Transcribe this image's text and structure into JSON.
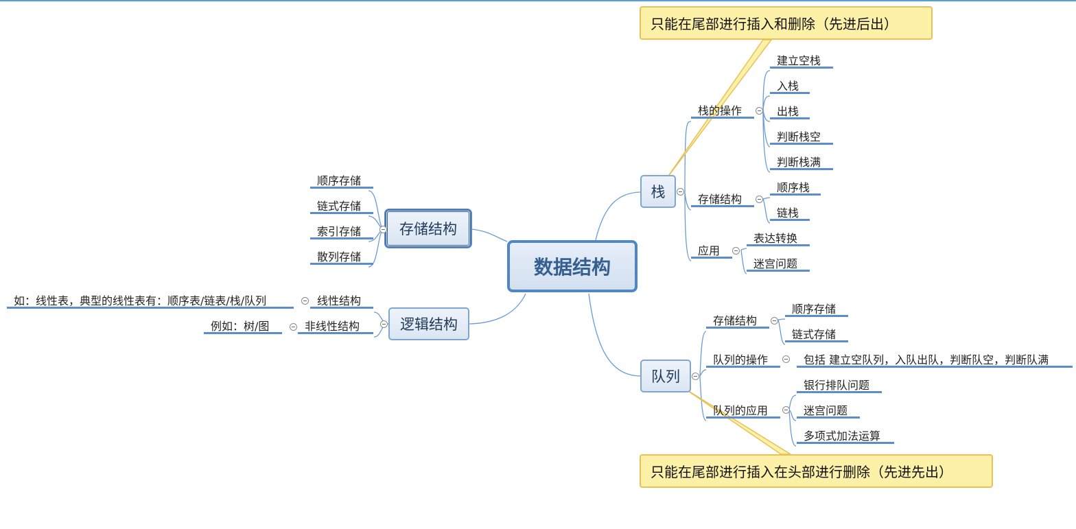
{
  "root": {
    "label": "数据结构"
  },
  "storage": {
    "label": "存储结构",
    "children": [
      "顺序存储",
      "链式存储",
      "索引存储",
      "散列存储"
    ]
  },
  "logic": {
    "label": "逻辑结构",
    "linear": {
      "label": "线性结构",
      "note": "如：线性表，典型的线性表有：顺序表/链表/栈/队列"
    },
    "nonlinear": {
      "label": "非线性结构",
      "note": "例如：树/图"
    }
  },
  "stack": {
    "label": "栈",
    "callout": "只能在尾部进行插入和删除（先进后出）",
    "ops": {
      "label": "栈的操作",
      "children": [
        "建立空栈",
        "入栈",
        "出栈",
        "判断栈空",
        "判断栈满"
      ]
    },
    "storage": {
      "label": "存储结构",
      "children": [
        "顺序栈",
        "链栈"
      ]
    },
    "apps": {
      "label": "应用",
      "children": [
        "表达转换",
        "迷宫问题"
      ]
    }
  },
  "queue": {
    "label": "队列",
    "callout": "只能在尾部进行插入在头部进行删除（先进先出）",
    "storage": {
      "label": "存储结构",
      "children": [
        "顺序存储",
        "链式存储"
      ]
    },
    "ops": {
      "label": "队列的操作",
      "detail": "包括 建立空队列，入队出队，判断队空，判断队满"
    },
    "apps": {
      "label": "队列的应用",
      "children": [
        "银行排队问题",
        "迷宫问题",
        "多项式加法运算"
      ]
    }
  },
  "colors": {
    "link": "#4f86c6",
    "callout_fill": "#fdf1a8",
    "callout_border": "#e6c15a",
    "node_border": "#7fa6d3",
    "underline": "#5b8ccc"
  }
}
